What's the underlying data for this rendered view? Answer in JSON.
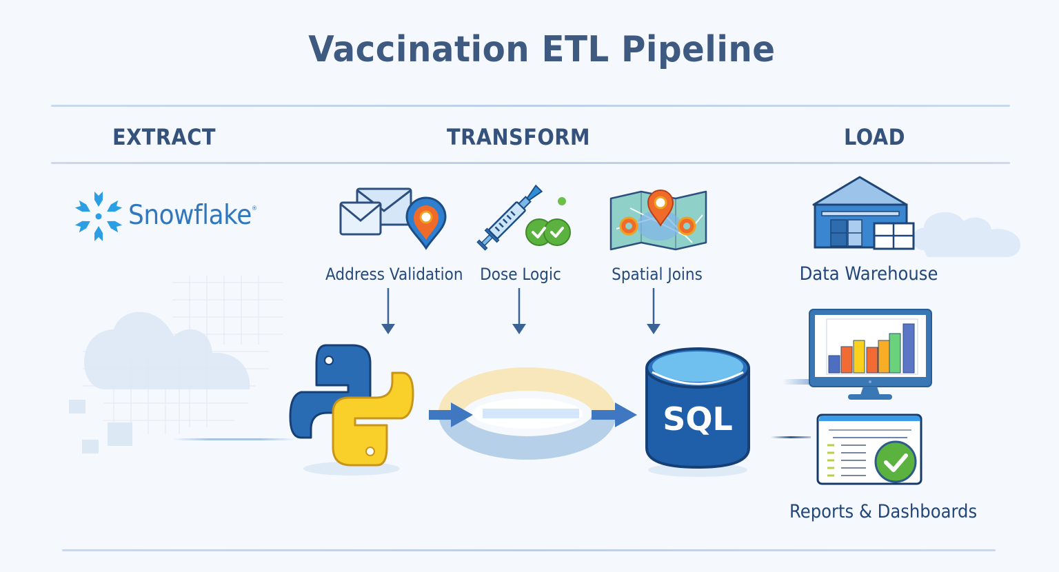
{
  "diagram": {
    "title": "Vaccination ETL Pipeline",
    "phases": [
      {
        "id": "extract",
        "label": "EXTRACT"
      },
      {
        "id": "transform",
        "label": "TRANSFORM"
      },
      {
        "id": "load",
        "label": "LOAD"
      }
    ],
    "extract": {
      "source": {
        "name": "Snowflake",
        "mark": "®",
        "icon": "snowflake-icon"
      }
    },
    "transform": {
      "steps": [
        {
          "label": "Address Validation",
          "icon": "envelope-location-pin-icon"
        },
        {
          "label": "Dose Logic",
          "icon": "syringe-checkmarks-icon"
        },
        {
          "label": "Spatial Joins",
          "icon": "map-pins-icon"
        }
      ],
      "engine": {
        "icon": "python-logo-icon"
      },
      "target": {
        "label": "SQL",
        "icon": "sql-database-icon"
      }
    },
    "load": {
      "destinations": [
        {
          "label": "Data Warehouse",
          "icon": "warehouse-icon"
        },
        {
          "label": "Reports & Dashboards",
          "icon": "monitor-report-icon"
        }
      ]
    },
    "colors": {
      "title": "#3f5a80",
      "heading": "#34527c",
      "accent_blue": "#2f6db5",
      "python_blue": "#2a6cb3",
      "python_yellow": "#f9cf2a",
      "check_green": "#5cb23f",
      "pin_orange": "#f06a2a"
    }
  }
}
